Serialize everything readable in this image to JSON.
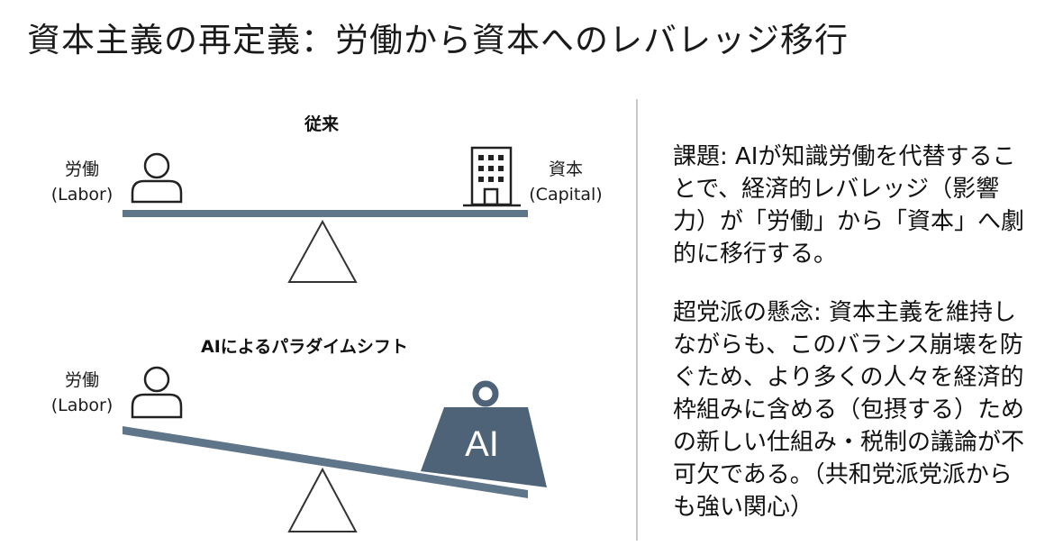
{
  "title": "資本主義の再定義：労働から資本へのレバレッジ移行",
  "traditional": {
    "heading": "従来",
    "labor_label": "労働",
    "labor_sub": "(Labor)",
    "capital_label": "資本",
    "capital_sub": "(Capital)"
  },
  "ai_shift": {
    "heading": "AIによるパラダイムシフト",
    "labor_label": "労働",
    "labor_sub": "(Labor)",
    "weight_label": "AI"
  },
  "panel": {
    "issue": "課題: AIが知識労働を代替することで、経済的レバレッジ（影響力）が「労働」から「資本」へ劇的に移行する。",
    "concern": "超党派の懸念: 資本主義を維持しながらも、このバランス崩壊を防ぐため、より多くの人々を経済的枠組みに含める（包摂する）ための新しい仕組み・税制の議論が不可欠である。（共和党派党派からも強い関心）"
  },
  "colors": {
    "beam": "#5f7589",
    "weight": "#4e6378",
    "outline": "#222222"
  }
}
